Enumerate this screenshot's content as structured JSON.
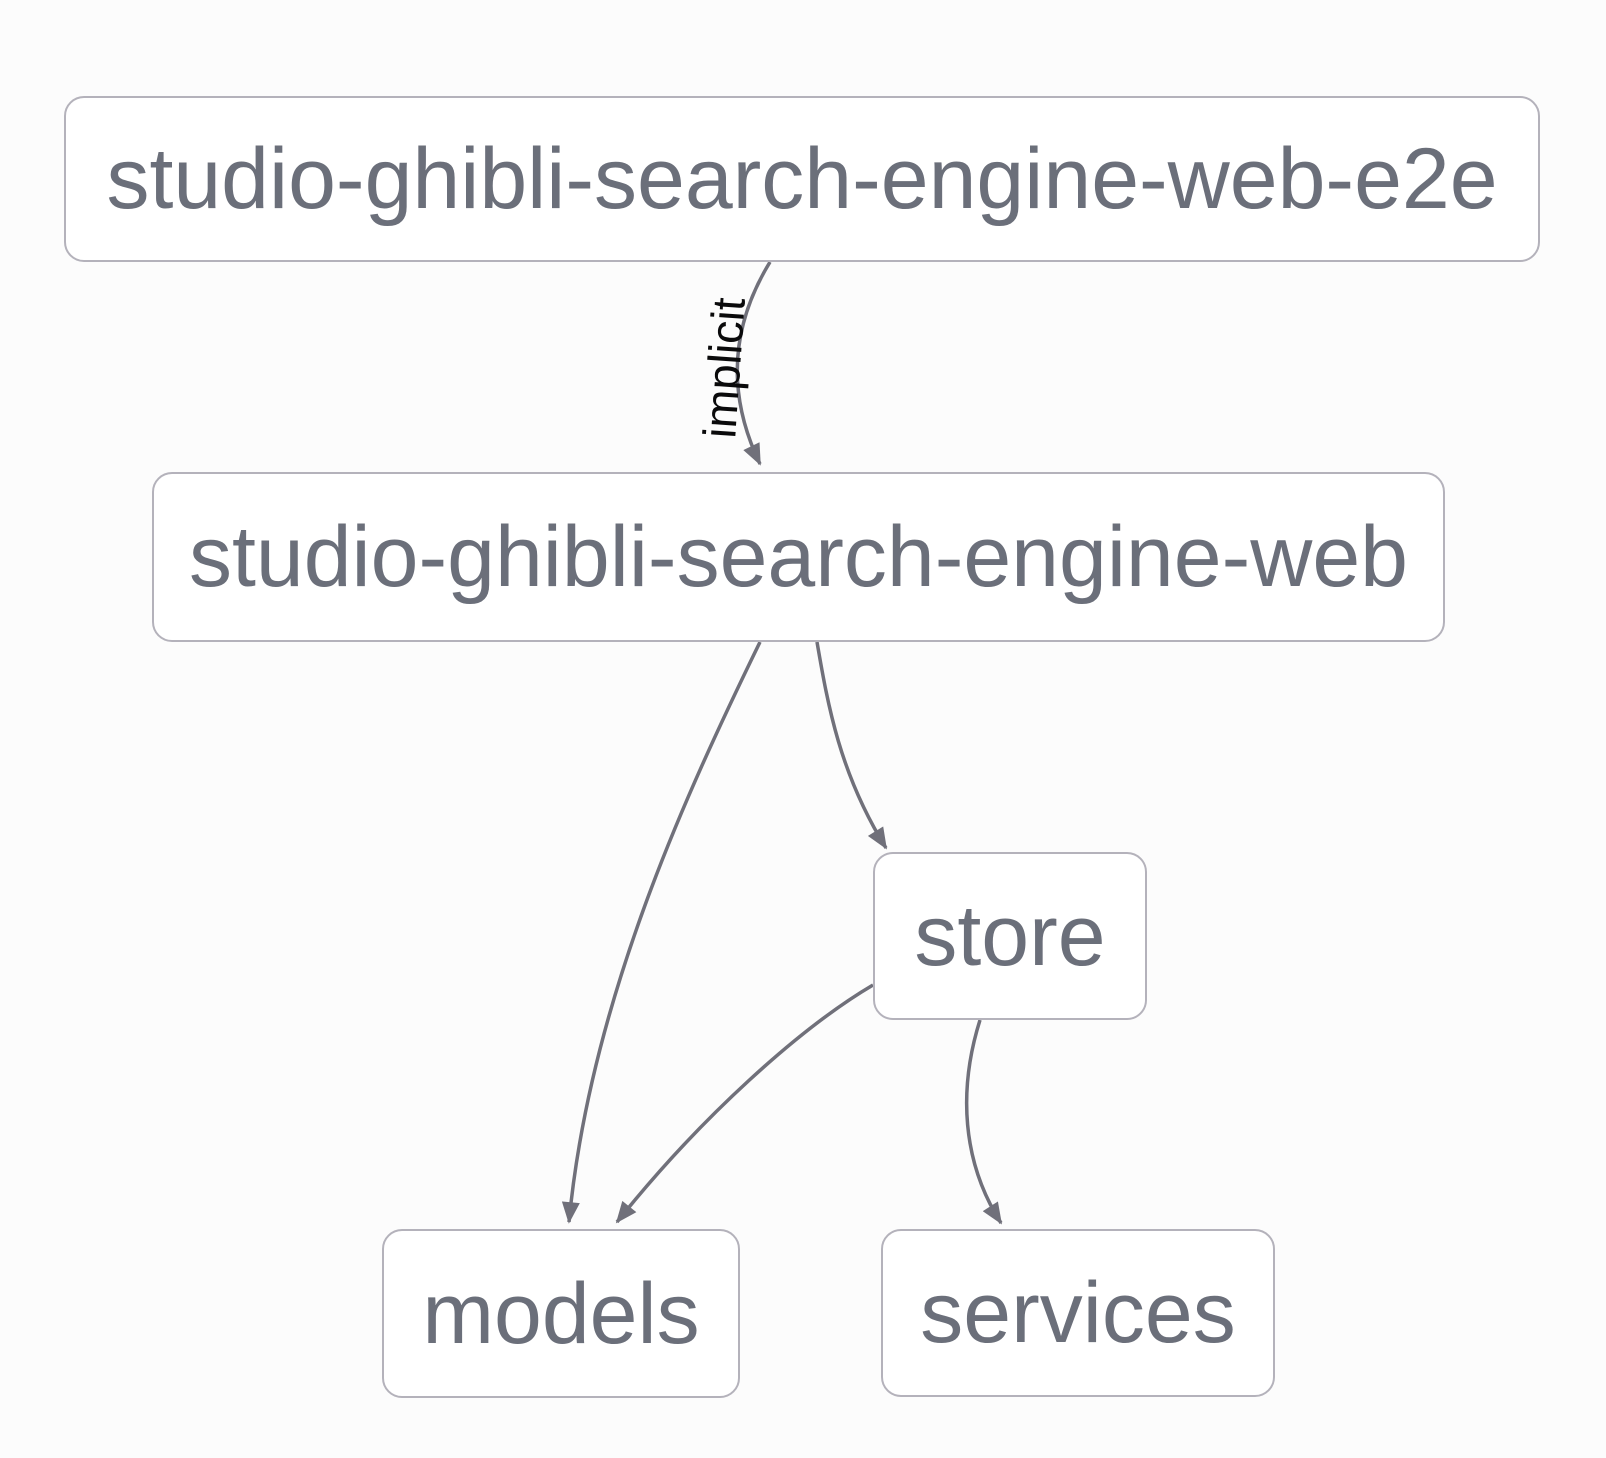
{
  "diagram": {
    "nodes": [
      {
        "id": "e2e",
        "label": "studio-ghibli-search-engine-web-e2e"
      },
      {
        "id": "web",
        "label": "studio-ghibli-search-engine-web"
      },
      {
        "id": "store",
        "label": "store"
      },
      {
        "id": "models",
        "label": "models"
      },
      {
        "id": "services",
        "label": "services"
      }
    ],
    "edges": [
      {
        "from": "studio-ghibli-search-engine-web-e2e",
        "to": "studio-ghibli-search-engine-web",
        "label": "implicit"
      },
      {
        "from": "studio-ghibli-search-engine-web",
        "to": "store",
        "label": ""
      },
      {
        "from": "studio-ghibli-search-engine-web",
        "to": "models",
        "label": ""
      },
      {
        "from": "store",
        "to": "models",
        "label": ""
      },
      {
        "from": "store",
        "to": "services",
        "label": ""
      }
    ],
    "colors": {
      "background": "#fcfcfc",
      "node_fill": "#ffffff",
      "node_border": "#b4b2bb",
      "node_text": "#6b6f7a",
      "edge_stroke": "#70707a",
      "edge_label_text": "#0a0a0b"
    }
  }
}
